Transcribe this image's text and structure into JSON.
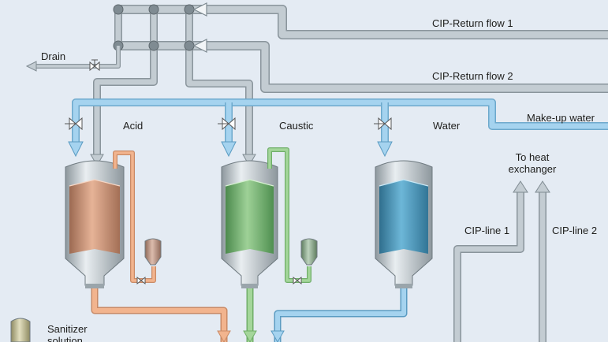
{
  "labels": {
    "cip_return_1": "CIP-Return flow 1",
    "cip_return_2": "CIP-Return flow 2",
    "drain": "Drain",
    "makeup_water": "Make-up water",
    "acid": "Acid",
    "caustic": "Caustic",
    "water": "Water",
    "to_heat_exchanger_line1": "To heat",
    "to_heat_exchanger_line2": "exchanger",
    "cip_line_1": "CIP-line 1",
    "cip_line_2": "CIP-line 2",
    "sanitizer_line1": "Sanitizer",
    "sanitizer_line2": "solution"
  },
  "colors": {
    "background": "#e4ebf3",
    "pipe_gray": "#bcc6cd",
    "pipe_outline": "#8a959c",
    "makeup_water_pipe": "#a5d3ef",
    "acid_fluid": "#e0a98c",
    "caustic_fluid": "#8fc589",
    "water_fluid": "#5fa9cc",
    "acid_pipe": "#f2b48e",
    "caustic_pipe": "#a4d69a"
  }
}
